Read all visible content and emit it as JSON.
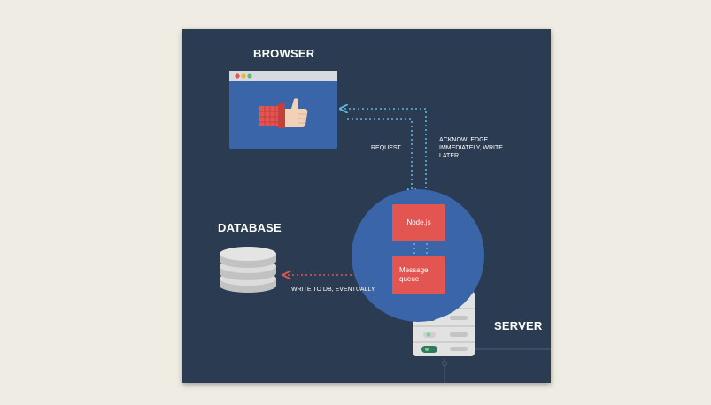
{
  "labels": {
    "browser": "BROWSER",
    "database": "DATABASE",
    "server": "SERVER",
    "request": "REQUEST",
    "acknowledge": "ACKNOWLEDGE IMMEDIATELY, WRITE LATER",
    "write_db": "WRITE TO DB, EVENTUALLY"
  },
  "nodes": {
    "nodejs": "Node.js",
    "message_queue": "Message queue"
  },
  "colors": {
    "background": "#efece3",
    "panel": "#2a3b52",
    "browser_window": "#3a65a8",
    "server_circle": "#3a65a8",
    "node_box": "#e25550",
    "dotted_arrow": "#5cb5e0",
    "db_arrow": "#e25550",
    "database_disk": "#d8d8d8",
    "server_rack": "#e2e2e2"
  },
  "icons": {
    "browser_content": "thumbs-up-icon",
    "database": "database-stack-icon",
    "server": "server-rack-icon"
  }
}
